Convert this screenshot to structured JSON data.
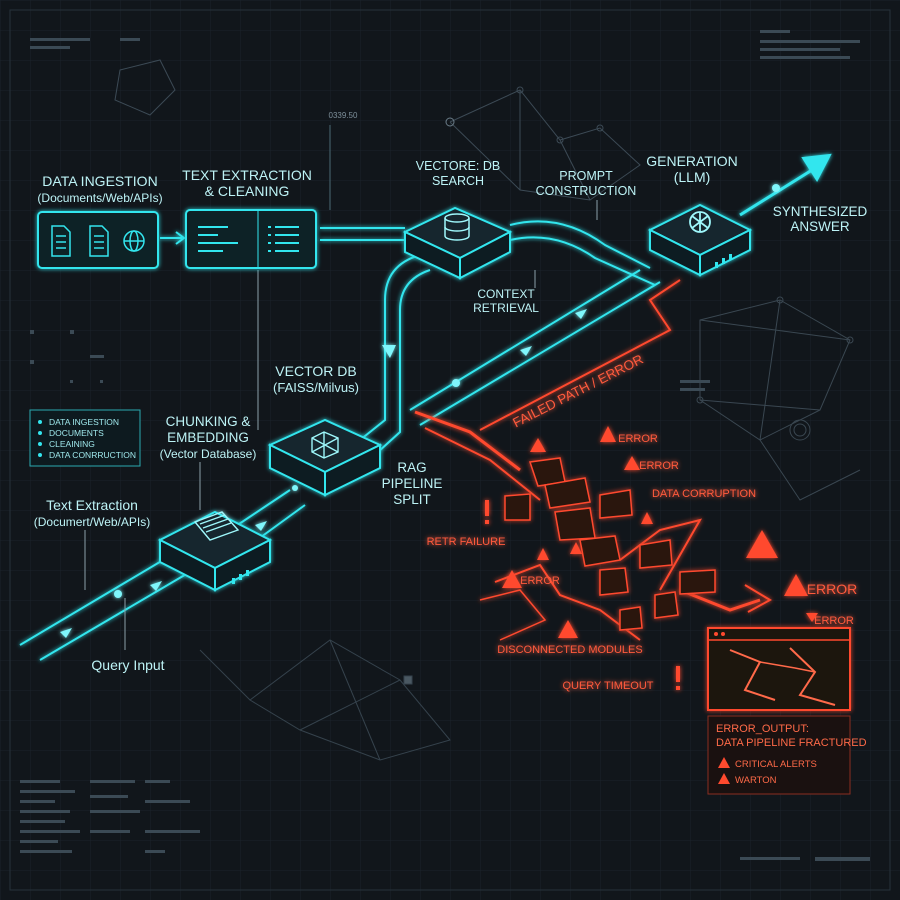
{
  "colors": {
    "background": "#11161b",
    "accent_cyan": "#33e6ee",
    "accent_red": "#ff4a2e",
    "grid": "#1c252d"
  },
  "pipeline": {
    "data_ingestion": {
      "line1": "DATA INGESTION",
      "line2": "(Documents/Web/APIs)"
    },
    "text_extraction_cleaning": {
      "line1": "TEXT EXTRACTION",
      "line2": "& CLEANING"
    },
    "vector_db_search": {
      "line1": "VECTORE: DB",
      "line2": "SEARCH"
    },
    "prompt_construction": {
      "line1": "PROMPT",
      "line2": "CONSTRUCTION"
    },
    "generation": {
      "line1": "GENERATION",
      "line2": "(LLM)"
    },
    "synthesized_answer": {
      "line1": "SYNTHESIZED",
      "line2": "ANSWER"
    },
    "context_retrieval": {
      "line1": "CONTEXT",
      "line2": "RETRIEVAL"
    },
    "vector_db": {
      "line1": "VECTOR DB",
      "line2": "(FAISS/Milvus)"
    },
    "chunking": {
      "line1": "CHUNKING &",
      "line2": "EMBEDDING",
      "line3": "(Vector Database)"
    },
    "text_extraction": {
      "line1": "Text Extraction",
      "line2": "(Documert/Web/APIs)"
    },
    "query_input": "Query Input",
    "rag_split": {
      "line1": "RAG",
      "line2": "PIPELINE",
      "line3": "SPLIT"
    },
    "readout_top": "0339.50"
  },
  "legend": {
    "items": [
      "DATA INGESTION",
      "DOCUMENTS",
      "CLEAINING",
      "DATA CONRRUCTION"
    ]
  },
  "failure": {
    "failed_path": "FAILED PATH / ERROR",
    "error_1": "ERROR",
    "error_2": "ERROR",
    "data_corruption": "DATA CORRUPTION",
    "retr_failure": "RETR FAILURE",
    "error_3": "ERROR",
    "error_big": "ERROR",
    "error_small": "ERROR",
    "disconnected_modules": "DISCONNECTED MODULES",
    "query_timeout": "QUERY TIMEOUT"
  },
  "error_output": {
    "line1": "ERROR_OUTPUT:",
    "line2": "DATA PIPELINE FRACTURED",
    "alert1": "CRITICAL ALERTS",
    "alert2": "WARTON"
  },
  "icons": [
    "document-icon",
    "web-icon",
    "database-icon",
    "llm-logo-icon",
    "warning-icon",
    "document-stack-icon",
    "embedding-icon",
    "arrow-icon"
  ]
}
